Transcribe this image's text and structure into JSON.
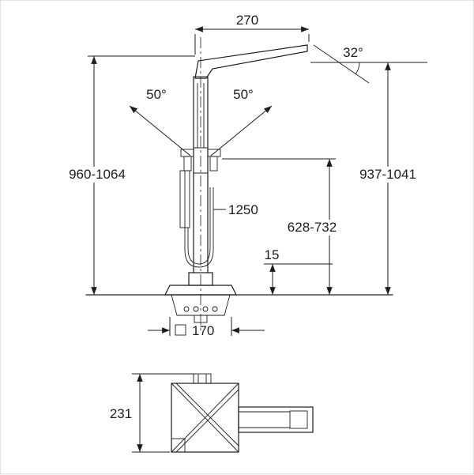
{
  "drawing": {
    "colors": {
      "background": "#ffffff",
      "line": "#1d1d1b",
      "text": "#1d1d1b"
    },
    "dimensions": {
      "spout_reach": "270",
      "spout_angle": "32°",
      "handle_swing_left": "50°",
      "handle_swing_right": "50°",
      "overall_height": "960-1064",
      "spout_top_height": "937-1041",
      "hose_length": "1250",
      "outlet_height": "628-732",
      "plate_height": "15",
      "base_size": "170",
      "base_depth": "231"
    }
  }
}
